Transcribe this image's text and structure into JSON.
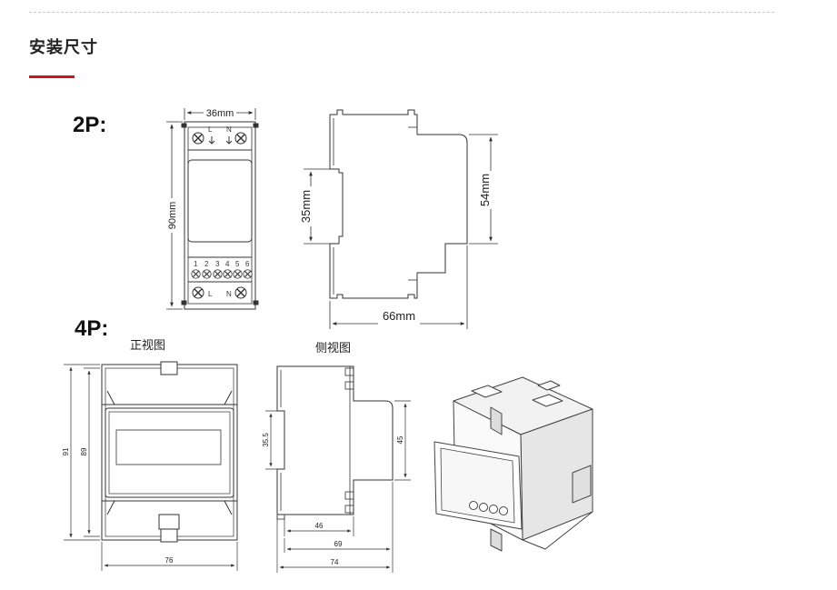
{
  "section": {
    "title": "安装尺寸"
  },
  "labels": {
    "model_2p": "2P:",
    "model_4p": "4P:",
    "front_view": "正视图",
    "side_view": "侧视图"
  },
  "dims_2p": {
    "width": "36mm",
    "height": "90mm",
    "rail": "35mm",
    "depth": "54mm",
    "length": "66mm",
    "term_l_top": "L",
    "term_n_top": "N",
    "term_numbers": [
      "1",
      "2",
      "3",
      "4",
      "5",
      "6"
    ],
    "term_l_bottom": "L",
    "term_n_bottom": "N"
  },
  "dims_4p": {
    "front_outer_h": "91",
    "front_inner_h": "89",
    "front_w": "76",
    "side_rail": "35.5",
    "side_depth": "45",
    "side_46": "46",
    "side_69": "69",
    "side_74": "74"
  },
  "colors": {
    "accent": "#c8161e",
    "line": "#333333"
  }
}
